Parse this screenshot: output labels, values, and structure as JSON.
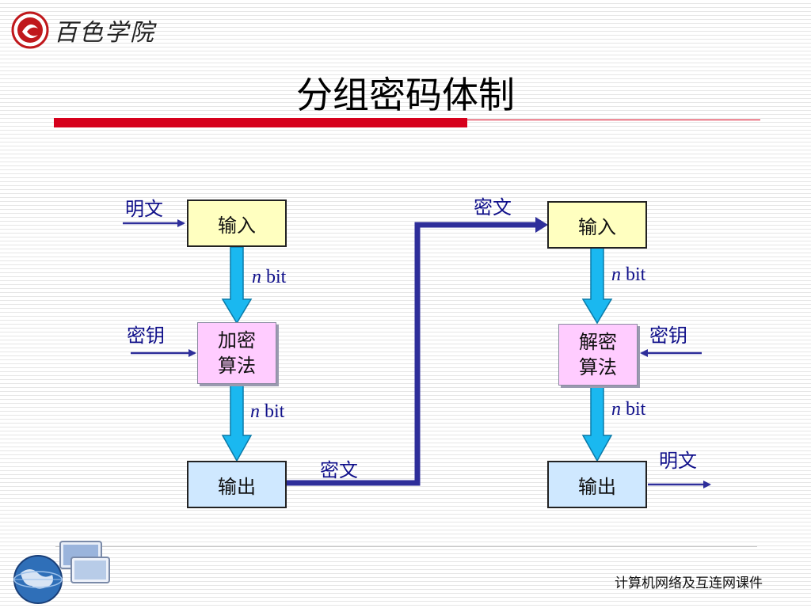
{
  "header": {
    "logo_text": "百色学院"
  },
  "title": "分组密码体制",
  "diagram": {
    "left_flow": {
      "input_label": "明文",
      "input_box": "输入",
      "bit_top": {
        "n": "n",
        "unit": " bit"
      },
      "key_label": "密钥",
      "algo_line1": "加密",
      "algo_line2": "算法",
      "bit_bottom": {
        "n": "n",
        "unit": " bit"
      },
      "output_box": "输出",
      "output_label": "密文"
    },
    "right_flow": {
      "input_label": "密文",
      "input_box": "输入",
      "bit_top": {
        "n": "n",
        "unit": " bit"
      },
      "key_label": "密钥",
      "algo_line1": "解密",
      "algo_line2": "算法",
      "bit_bottom": {
        "n": "n",
        "unit": " bit"
      },
      "output_box": "输出",
      "output_label": "明文"
    }
  },
  "footer": {
    "course_name": "计算机网络及互连网课件"
  },
  "colors": {
    "title_bar": "#d6001c",
    "label_text": "#10108a",
    "down_arrow": "#1ab8f0",
    "connector": "#2e2e9a"
  }
}
